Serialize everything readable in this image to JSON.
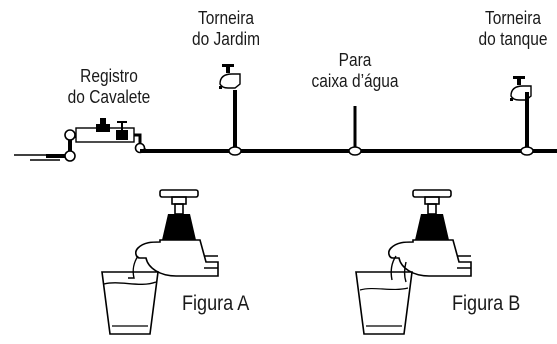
{
  "labels": {
    "faucet_garden": [
      "Torneira",
      "do Jardim"
    ],
    "to_tank": [
      "Para",
      "caixa d’água"
    ],
    "faucet_laundry": [
      "Torneira",
      "do tanque"
    ],
    "meter_valve": [
      "Registro",
      "do Cavalete"
    ]
  },
  "figures": {
    "a": "Figura A",
    "b": "Figura B"
  }
}
